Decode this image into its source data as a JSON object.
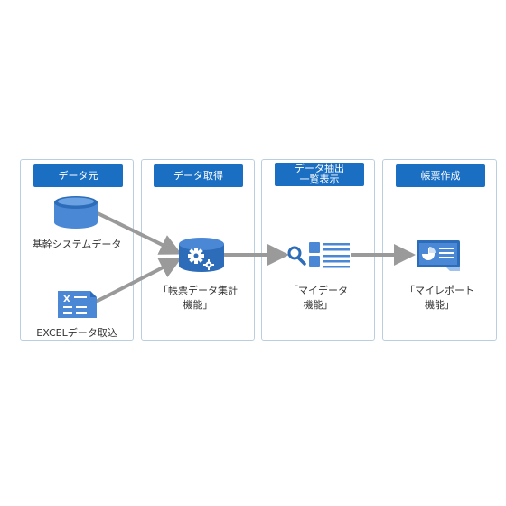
{
  "colors": {
    "header_bg": "#1b6fc3",
    "icon_blue": "#4a88d6",
    "icon_dark": "#2c6cb8",
    "panel_border": "#b9cfe0",
    "arrow": "#9a9a9a"
  },
  "panels": [
    {
      "header": "データ元"
    },
    {
      "header": "データ取得"
    },
    {
      "header_line1": "データ抽出",
      "header_line2": "一覧表示"
    },
    {
      "header": "帳票作成"
    }
  ],
  "labels": {
    "database": "基幹システムデータ",
    "excel": "EXCELデータ取込",
    "aggregate_line1": "「帳票データ集計",
    "aggregate_line2": "機能」",
    "mydata_line1": "「マイデータ",
    "mydata_line2": "機能」",
    "myreport_line1": "「マイレポート",
    "myreport_line2": "機能」"
  },
  "icons": {
    "database": "database-icon",
    "excel": "excel-file-icon",
    "aggregate": "gear-database-icon",
    "mydata": "search-list-icon",
    "myreport": "report-chart-icon"
  }
}
